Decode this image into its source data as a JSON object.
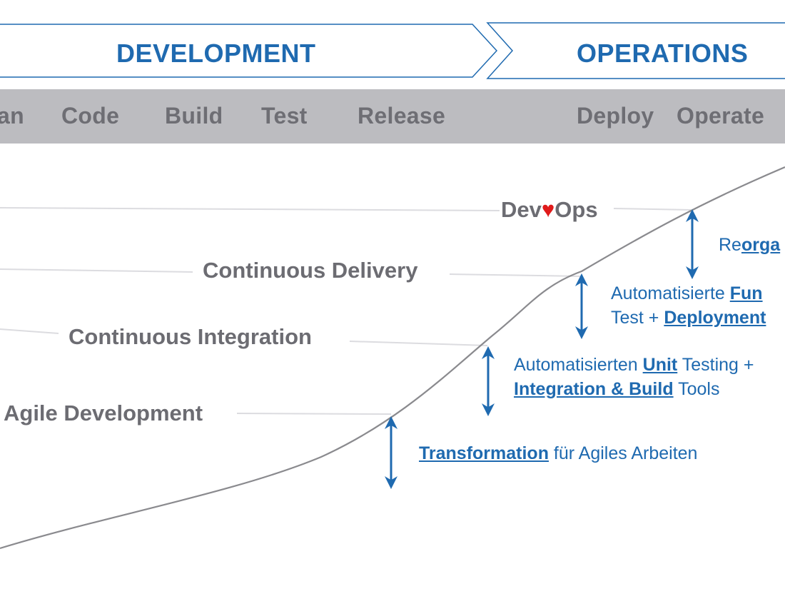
{
  "phases": {
    "development": "DEVELOPMENT",
    "operations": "OPERATIONS"
  },
  "stages": [
    "an",
    "Code",
    "Build",
    "Test",
    "Release",
    "Deploy",
    "Operate"
  ],
  "milestones": {
    "devops_prefix": "Dev",
    "devops_heart": "♥",
    "devops_suffix": "Ops",
    "continuous_delivery": "Continuous Delivery",
    "continuous_integration": "Continuous Integration",
    "agile_development": "Agile Development"
  },
  "notes": {
    "reorg_prefix": "Re",
    "reorg_highlight": "orga",
    "cd_line1_prefix": "Automatisierte ",
    "cd_line1_highlight": "Fun",
    "cd_line2_prefix": "Test + ",
    "cd_line2_highlight": "Deployment",
    "ci_line1_prefix": "Automatisierten ",
    "ci_line1_highlight": "Unit",
    "ci_line1_suffix": " Testing +",
    "ci_line2_highlight": "Integration & Build",
    "ci_line2_suffix": " Tools",
    "agile_highlight": "Transformation",
    "agile_suffix": " für Agiles Arbeiten"
  },
  "colors": {
    "accent_blue": "#1f6ab0",
    "stage_bar": "#bcbcc0",
    "stage_text": "#6e6e74",
    "milestone_text": "#6c6c72",
    "curve": "#8a8a8e",
    "guide_line": "#dcdce0",
    "heart": "#e01a1a"
  }
}
